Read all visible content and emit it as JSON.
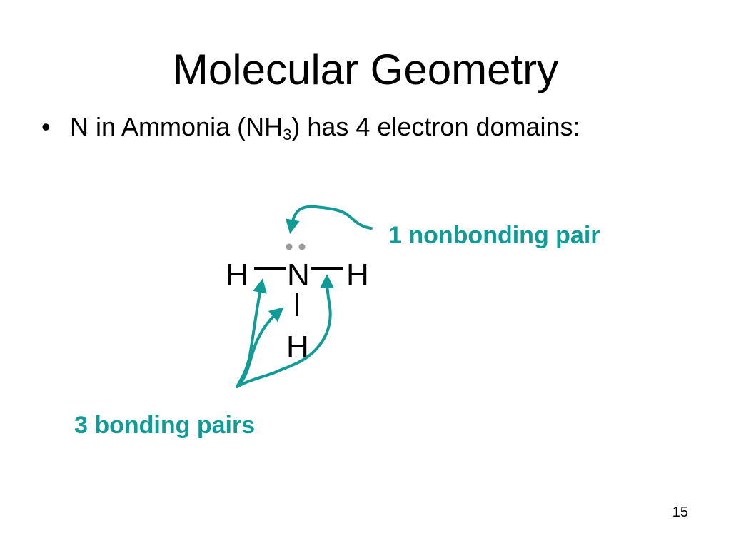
{
  "slide": {
    "title": "Molecular Geometry",
    "bullet": {
      "marker": "•",
      "text_before": "N in Ammonia (NH",
      "subscript": "3",
      "text_after": ") has 4 electron domains:"
    },
    "molecule": {
      "central_atom": "N",
      "left_atom": "H",
      "right_atom": "H",
      "bottom_atom": "H"
    },
    "labels": {
      "nonbonding": "1 nonbonding pair",
      "bonding": "3 bonding pairs"
    },
    "page_number": "15"
  },
  "colors": {
    "accent": "#119B96",
    "lone_pair": "#9A9A9A",
    "text": "#000000"
  }
}
